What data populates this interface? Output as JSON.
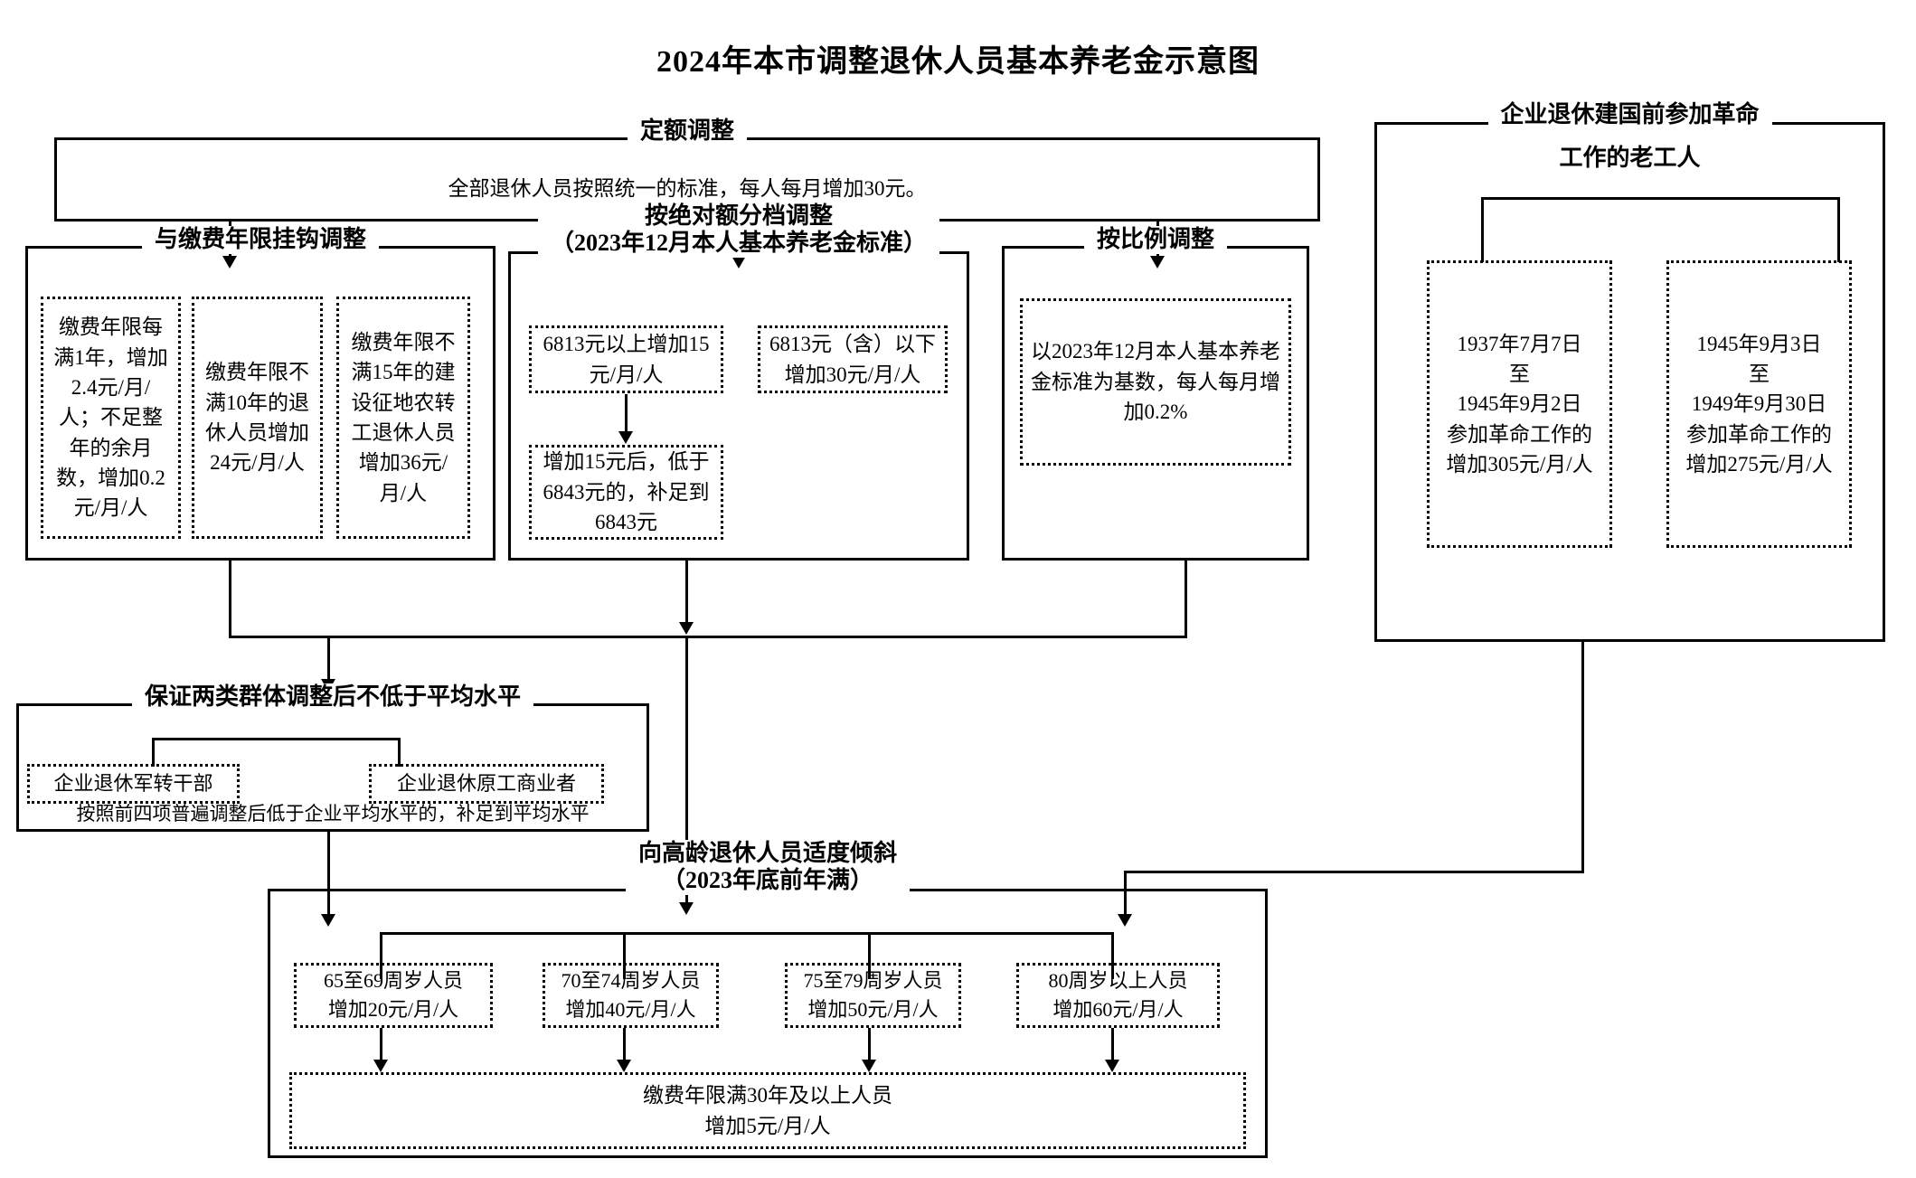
{
  "title": "2024年本市调整退休人员基本养老金示意图",
  "sections": {
    "fixed": {
      "legend": "定额调整",
      "body": "全部退休人员按照统一的标准，每人每月增加30元。"
    },
    "years_linked": {
      "legend": "与缴费年限挂钩调整",
      "items": [
        "缴费年限每满1年，增加2.4元/月/人；不足整年的余月数，增加0.2元/月/人",
        "缴费年限不满10年的退休人员增加24元/月/人",
        "缴费年限不满15年的建设征地农转工退休人员增加36元/月/人"
      ]
    },
    "absolute_tier": {
      "legend_line1": "按绝对额分档调整",
      "legend_line2": "（2023年12月本人基本养老金标准）",
      "above": "6813元以上增加15元/月/人",
      "below": "6813元（含）以下增加30元/月/人",
      "makeup": "增加15元后，低于6843元的，补足到6843元"
    },
    "proportional": {
      "legend": "按比例调整",
      "body": "以2023年12月本人基本养老金标准为基数，每人每月增加0.2%"
    },
    "pre_founding": {
      "legend_line1": "企业退休建国前参加革命",
      "legend_line2": "工作的老工人",
      "items": [
        "1937年7月7日\n至\n1945年9月2日\n参加革命工作的\n增加305元/月/人",
        "1945年9月3日\n至\n1949年9月30日\n参加革命工作的\n增加275元/月/人"
      ]
    },
    "guarantee": {
      "legend": "保证两类群体调整后不低于平均水平",
      "group_a": "企业退休军转干部",
      "group_b": "企业退休原工商业者",
      "note": "按照前四项普遍调整后低于企业平均水平的，补足到平均水平"
    },
    "elderly_tilt": {
      "legend_line1": "向高龄退休人员适度倾斜",
      "legend_line2": "（2023年底前年满）",
      "age_tiers": [
        "65至69周岁人员\n增加20元/月/人",
        "70至74周岁人员\n增加40元/月/人",
        "75至79周岁人员\n增加50元/月/人",
        "80周岁以上人员\n增加60元/月/人"
      ],
      "long_term": "缴费年限满30年及以上人员\n增加5元/月/人"
    }
  }
}
